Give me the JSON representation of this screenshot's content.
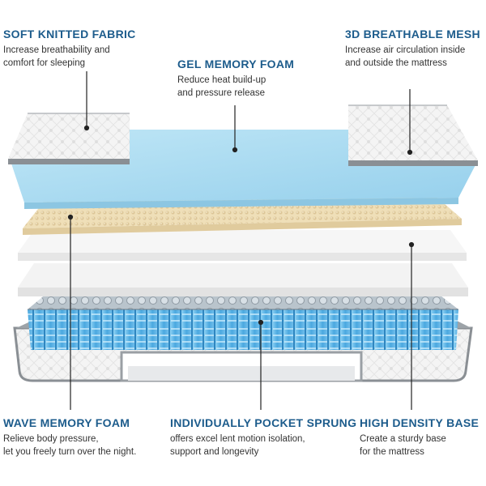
{
  "labels": {
    "soft_fabric": {
      "title": "SOFT KNITTED FABRIC",
      "line1": "Increase breathability and",
      "line2": "comfort for sleeping"
    },
    "gel_foam": {
      "title": "GEL MEMORY FOAM",
      "line1": "Reduce heat build-up",
      "line2": "and pressure release"
    },
    "mesh": {
      "title": "3D BREATHABLE MESH",
      "line1": "Increase air circulation inside",
      "line2": "and outside the mattress"
    },
    "wave_foam": {
      "title": "WAVE MEMORY FOAM",
      "line1": "Relieve body pressure,",
      "line2": "let you freely turn over the night."
    },
    "pocket_sprung": {
      "title": "INDIVIDUALLY POCKET SPRUNG",
      "line1": "offers excel lent motion isolation,",
      "line2": "support and longevity"
    },
    "base": {
      "title": "HIGH DENSITY BASE",
      "line1": "Create a sturdy base",
      "line2": "for the mattress"
    }
  },
  "colors": {
    "heading": "#1d5c8c",
    "gel": "#aedcf0",
    "wave": "#eedcb4",
    "spring": "#5ab4e6",
    "fabric": "#f2f2f2",
    "border": "#8a8f94"
  }
}
